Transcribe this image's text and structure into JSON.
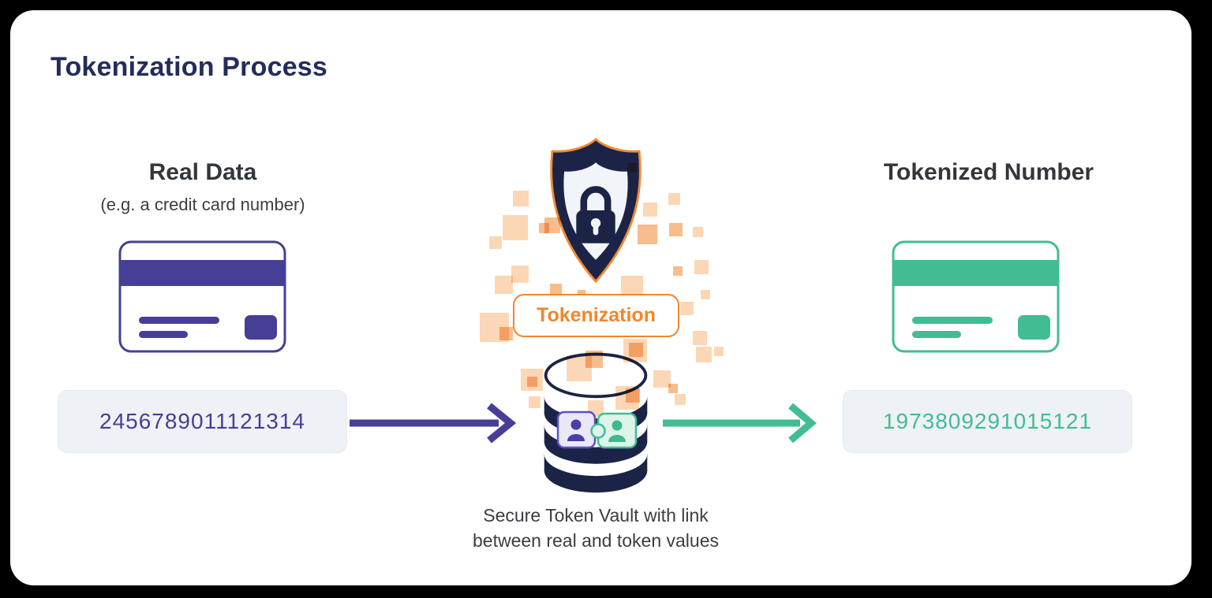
{
  "title": "Tokenization Process",
  "left": {
    "heading": "Real Data",
    "subheading": "(e.g. a credit card number)",
    "value": "2456789011121314",
    "icon": "credit-card-icon"
  },
  "center": {
    "shield_icon": "shield-lock-icon",
    "badge_label": "Tokenization",
    "vault_icon": "database-icon",
    "link_icon": "puzzle-link-users-icon",
    "caption_line1": "Secure Token Vault with link",
    "caption_line2": "between real and token values"
  },
  "right": {
    "heading": "Tokenized Number",
    "value": "1973809291015121",
    "icon": "credit-card-icon"
  },
  "colors": {
    "title_navy": "#232C5C",
    "icon_navy": "#1B2446",
    "purple": "#463F95",
    "green": "#41BD93",
    "orange": "#F0862D",
    "orange_square": "#F6A65E",
    "box_bg": "#EEF1F6",
    "heading_gray": "#33363B"
  }
}
